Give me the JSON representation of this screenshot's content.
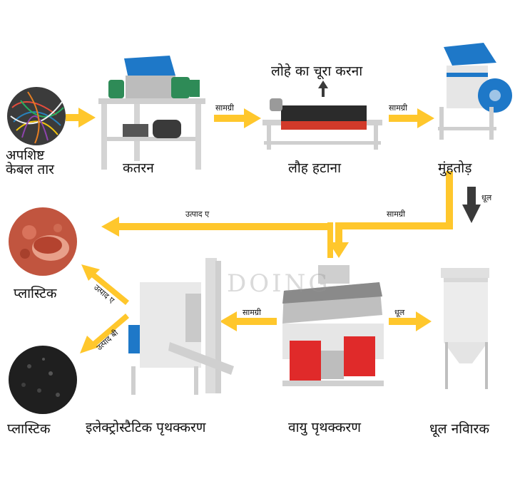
{
  "labels": {
    "waste_cable_line1": "अपशिष्ट",
    "waste_cable_line2": "केबल तार",
    "shredding": "कतरन",
    "iron_removal": "लौह हटाना",
    "iron_scrap": "लोहे का चूरा करना",
    "crushing": "मुंहतोड़",
    "plastic_top": "प्लास्टिक",
    "plastic_bottom": "प्लास्टिक",
    "electrostatic_separation": "इलेक्ट्रोस्टैटिक पृथक्करण",
    "air_separation": "वायु पृथक्करण",
    "dust_collector": "धूल नविारक"
  },
  "arrow_labels": {
    "material_1": "सामग्री",
    "material_2": "सामग्री",
    "material_3": "सामग्री",
    "material_4": "सामग्री",
    "product_a_line": "उत्पाद ए",
    "product_a_diag": "उत्पाद ए",
    "product_b_diag": "उत्पाद बी",
    "dust_down": "धूल",
    "dust_right": "धूल"
  },
  "watermark": "DOING",
  "colors": {
    "arrow": "#FFC72C",
    "dark_arrow": "#3a3a3a",
    "machine_blue": "#1e78c8",
    "machine_red": "#e02a2a",
    "machine_green": "#2e8b57",
    "frame_grey": "#d9d9d9"
  }
}
